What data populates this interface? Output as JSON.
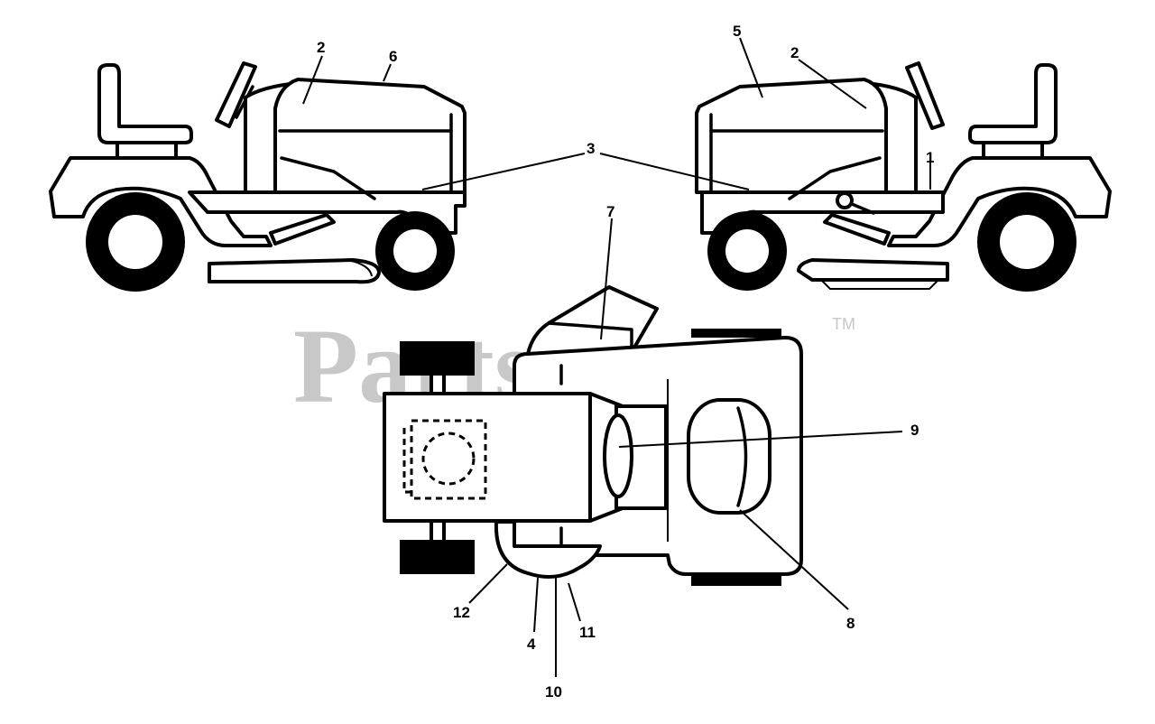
{
  "watermark": {
    "text": "PartsTree",
    "trademark": "TM"
  },
  "callouts": {
    "left_view": {
      "c2": "2",
      "c6": "6",
      "c3": "3"
    },
    "right_view": {
      "c5": "5",
      "c2": "2",
      "c1": "1"
    },
    "top_view": {
      "c7": "7",
      "c9": "9",
      "c8": "8",
      "c12": "12",
      "c4": "4",
      "c11": "11",
      "c10": "10"
    }
  }
}
